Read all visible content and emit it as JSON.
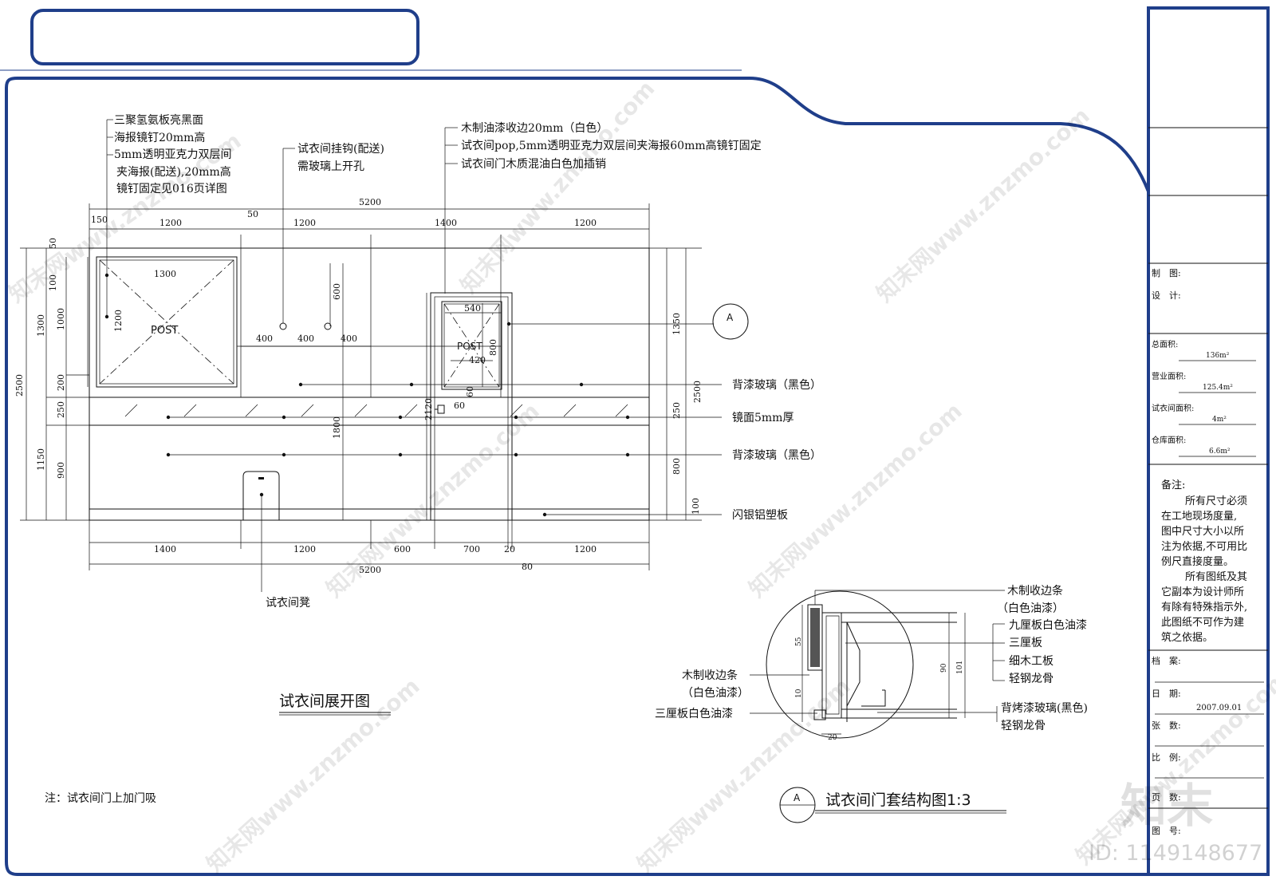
{
  "drawing": {
    "title": "试衣间展开图",
    "note": "注：试衣间门上加门吸",
    "callouts_left": [
      "三聚氢氨板亮黑面",
      "海报镜钉20mm高",
      "5mm透明亚克力双层间",
      "夹海报(配送),20mm高",
      "镜钉固定见016页详图"
    ],
    "callout_hook": [
      "试衣间挂钩(配送)",
      "需玻璃上开孔"
    ],
    "callouts_top": [
      "木制油漆收边20mm（白色）",
      "试衣间pop,5mm透明亚克力双层间夹海报60mm高镜钉固定",
      "试衣间门木质混油白色加插销"
    ],
    "callouts_right": [
      "背漆玻璃（黑色）",
      "镜面5mm厚",
      "背漆玻璃（黑色）",
      "闪银铝塑板"
    ],
    "stool_label": "试衣间凳",
    "post_labels": [
      "POST",
      "POST"
    ],
    "section_marker": "A",
    "dims_top": [
      "5200",
      "150",
      "1200",
      "50",
      "1200",
      "1400",
      "1200"
    ],
    "dims_bottom": [
      "1400",
      "1200",
      "600",
      "700",
      "20",
      "1200",
      "5200",
      "80"
    ],
    "dims_left": [
      "50",
      "100",
      "1300",
      "1000",
      "1200",
      "2500",
      "200",
      "250",
      "1150",
      "900"
    ],
    "dims_inner": [
      "1300",
      "400",
      "400",
      "400",
      "600",
      "540",
      "800",
      "420",
      "60",
      "60",
      "2120",
      "1800"
    ],
    "dims_right": [
      "1350",
      "2500",
      "250",
      "800",
      "100"
    ]
  },
  "detail": {
    "title": "试衣间门套结构图1:3",
    "marker": "A",
    "labels_right": [
      "木制收边条",
      "（白色油漆）",
      "九厘板白色油漆",
      "三厘板",
      "细木工板",
      "轻钢龙骨",
      "背烤漆玻璃(黑色)",
      "轻钢龙骨"
    ],
    "labels_left": [
      "木制收边条",
      "（白色油漆）",
      "三厘板白色油漆"
    ],
    "dims": [
      "55",
      "10",
      "20",
      "90",
      "101"
    ]
  },
  "titleblock": {
    "draw_label": "制　图:",
    "design_label": "设　计:",
    "areas": [
      {
        "label": "总面积:",
        "value": "136m²"
      },
      {
        "label": "营业面积:",
        "value": "125.4m²"
      },
      {
        "label": "试衣间面积:",
        "value": "4m²"
      },
      {
        "label": "仓库面积:",
        "value": "6.6m²"
      }
    ],
    "remarks_title": "备注:",
    "remarks": [
      "所有尺寸必须",
      "在工地现场度量,",
      "图中尺寸大小以所",
      "注为依据,不可用比",
      "例尺直接度量。",
      "所有图纸及其",
      "它副本为设计师所",
      "有除有特殊指示外,",
      "此图纸不可作为建",
      "筑之依据。"
    ],
    "archive_label": "档　案:",
    "date_label": "日　期:",
    "date_value": "2007.09.01",
    "sheets_label": "张　数:",
    "scale_label": "比　例:",
    "page_label": "页　数:",
    "drawing_no_label": "图　号:"
  },
  "watermark": {
    "site": "知末网www.znzmo.com",
    "logo": "知末",
    "id": "ID: 1149148677"
  }
}
